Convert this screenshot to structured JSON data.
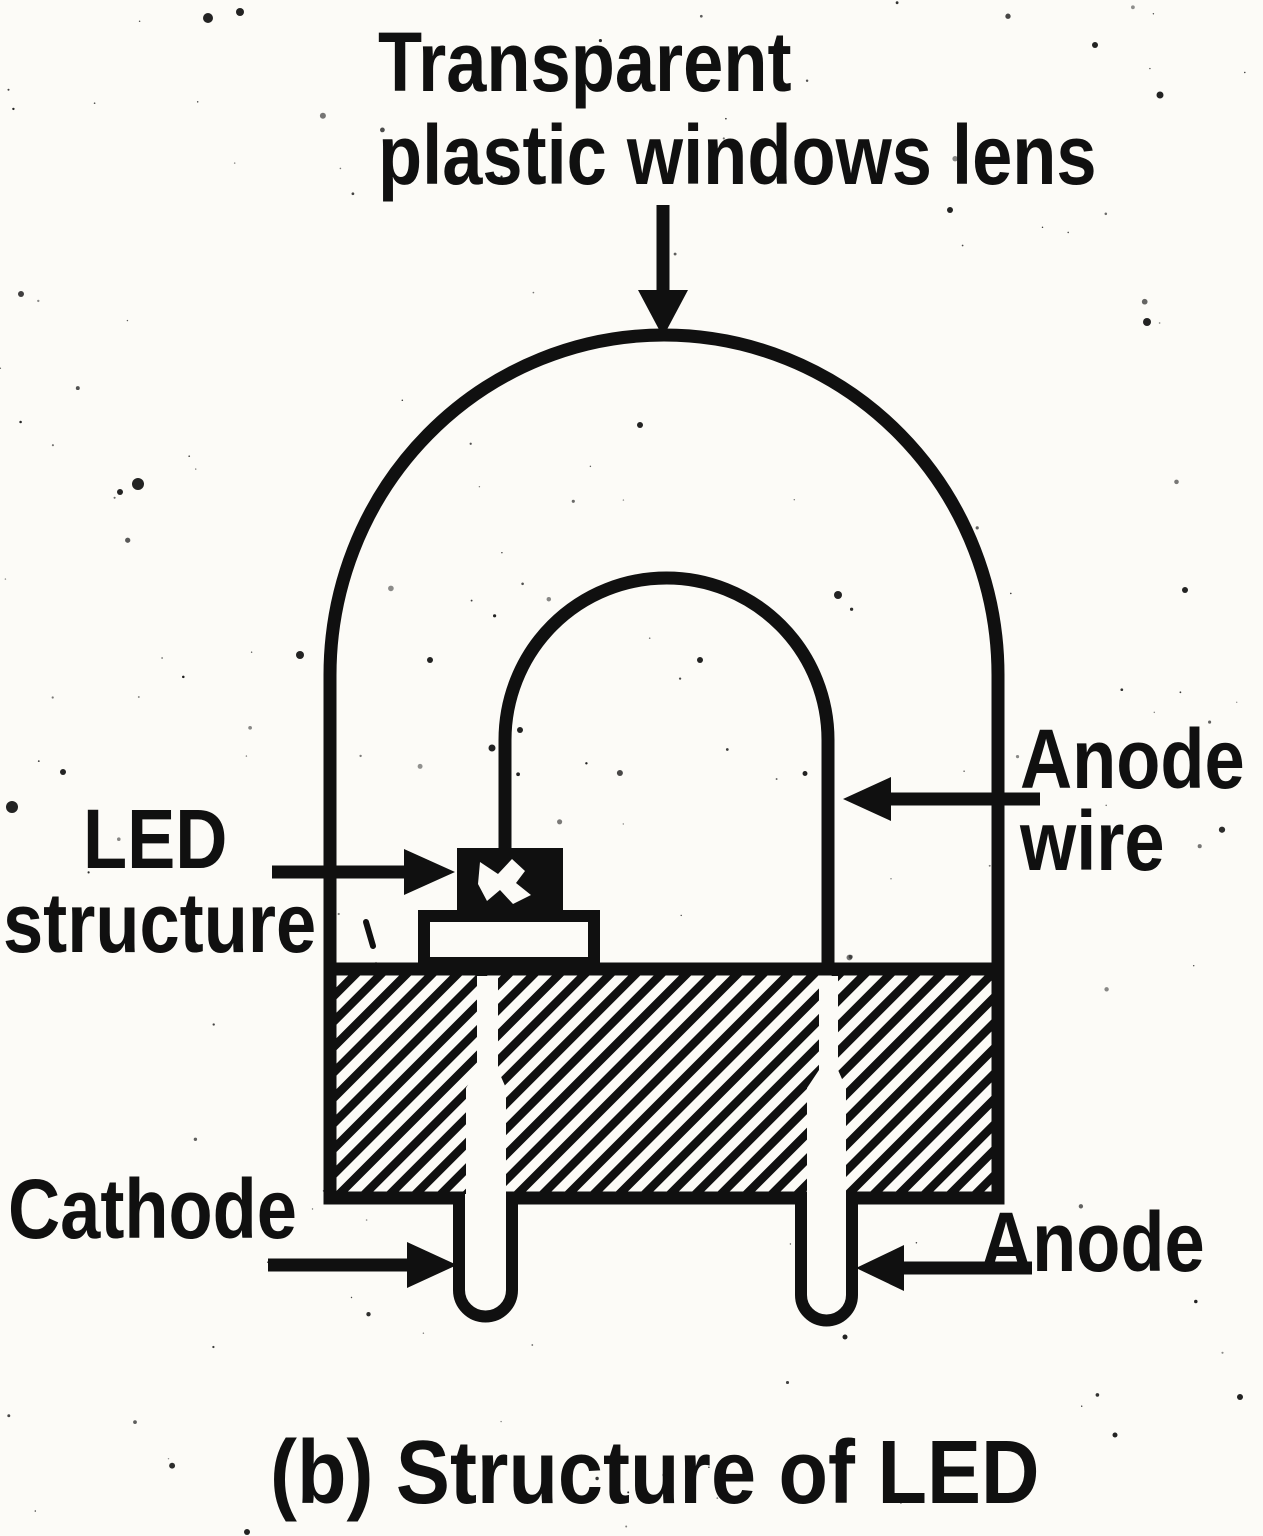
{
  "figure": {
    "lens_label": {
      "line1": "Transparent",
      "line2": "plastic windows lens"
    },
    "led_structure_label": {
      "line1": "LED",
      "line2": "structure"
    },
    "anode_wire_label": {
      "line1": "Anode",
      "line2": "wire"
    },
    "cathode_label": "Cathode",
    "anode_label": "Anode",
    "caption": "(b) Structure of LED"
  },
  "colors": {
    "ink": "#101010",
    "paper": "#fcfbf7"
  }
}
